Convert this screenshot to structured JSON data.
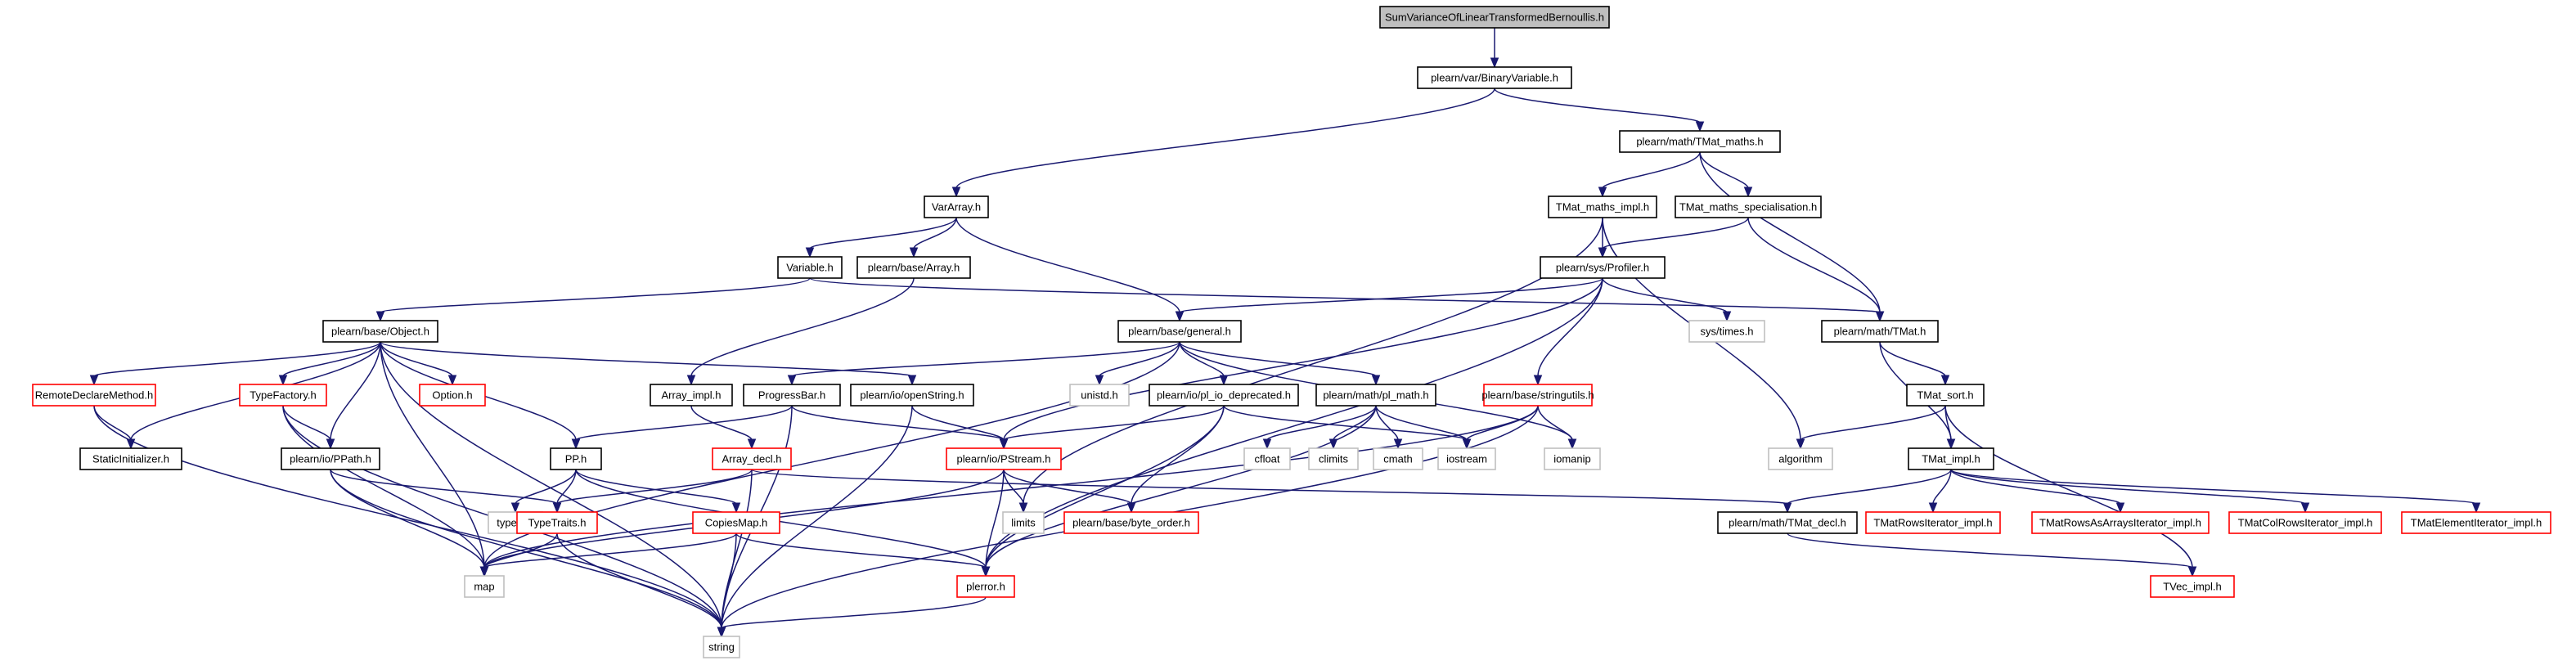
{
  "diagram": {
    "nodes": [
      {
        "id": "root",
        "label": "SumVarianceOfLinearTransformedBernoullis.h",
        "kind": "root"
      },
      {
        "id": "BinaryVariable",
        "label": "plearn/var/BinaryVariable.h",
        "kind": "normal"
      },
      {
        "id": "TMat_maths",
        "label": "plearn/math/TMat_maths.h",
        "kind": "normal"
      },
      {
        "id": "VarArray",
        "label": "VarArray.h",
        "kind": "normal"
      },
      {
        "id": "TMat_maths_impl",
        "label": "TMat_maths_impl.h",
        "kind": "normal"
      },
      {
        "id": "TMat_maths_spec",
        "label": "TMat_maths_specialisation.h",
        "kind": "normal"
      },
      {
        "id": "Variable",
        "label": "Variable.h",
        "kind": "normal"
      },
      {
        "id": "Array",
        "label": "plearn/base/Array.h",
        "kind": "normal"
      },
      {
        "id": "Profiler",
        "label": "plearn/sys/Profiler.h",
        "kind": "normal"
      },
      {
        "id": "Object",
        "label": "plearn/base/Object.h",
        "kind": "normal"
      },
      {
        "id": "general",
        "label": "plearn/base/general.h",
        "kind": "normal"
      },
      {
        "id": "systimes",
        "label": "sys/times.h",
        "kind": "external"
      },
      {
        "id": "TMat",
        "label": "plearn/math/TMat.h",
        "kind": "normal"
      },
      {
        "id": "RemoteDeclare",
        "label": "RemoteDeclareMethod.h",
        "kind": "truncated"
      },
      {
        "id": "TypeFactory",
        "label": "TypeFactory.h",
        "kind": "truncated"
      },
      {
        "id": "Option",
        "label": "Option.h",
        "kind": "truncated"
      },
      {
        "id": "Array_impl",
        "label": "Array_impl.h",
        "kind": "normal"
      },
      {
        "id": "ProgressBar",
        "label": "ProgressBar.h",
        "kind": "normal"
      },
      {
        "id": "openString",
        "label": "plearn/io/openString.h",
        "kind": "normal"
      },
      {
        "id": "unistd",
        "label": "unistd.h",
        "kind": "external"
      },
      {
        "id": "pl_io_dep",
        "label": "plearn/io/pl_io_deprecated.h",
        "kind": "normal"
      },
      {
        "id": "pl_math",
        "label": "plearn/math/pl_math.h",
        "kind": "normal"
      },
      {
        "id": "stringutils",
        "label": "plearn/base/stringutils.h",
        "kind": "truncated"
      },
      {
        "id": "TMat_sort",
        "label": "TMat_sort.h",
        "kind": "normal"
      },
      {
        "id": "StaticInit",
        "label": "StaticInitializer.h",
        "kind": "normal"
      },
      {
        "id": "PPath",
        "label": "plearn/io/PPath.h",
        "kind": "normal"
      },
      {
        "id": "PP",
        "label": "PP.h",
        "kind": "normal"
      },
      {
        "id": "Array_decl",
        "label": "Array_decl.h",
        "kind": "truncated"
      },
      {
        "id": "PStream",
        "label": "plearn/io/PStream.h",
        "kind": "truncated"
      },
      {
        "id": "cfloat",
        "label": "cfloat",
        "kind": "external"
      },
      {
        "id": "climits",
        "label": "climits",
        "kind": "external"
      },
      {
        "id": "cmath",
        "label": "cmath",
        "kind": "external"
      },
      {
        "id": "iostream",
        "label": "iostream",
        "kind": "external"
      },
      {
        "id": "iomanip",
        "label": "iomanip",
        "kind": "external"
      },
      {
        "id": "algorithm",
        "label": "algorithm",
        "kind": "external"
      },
      {
        "id": "TMat_impl",
        "label": "TMat_impl.h",
        "kind": "normal"
      },
      {
        "id": "typeinfo",
        "label": "typeinfo",
        "kind": "external"
      },
      {
        "id": "TypeTraits",
        "label": "TypeTraits.h",
        "kind": "truncated"
      },
      {
        "id": "CopiesMap",
        "label": "CopiesMap.h",
        "kind": "truncated"
      },
      {
        "id": "limits",
        "label": "limits",
        "kind": "external"
      },
      {
        "id": "byte_order",
        "label": "plearn/base/byte_order.h",
        "kind": "truncated"
      },
      {
        "id": "TMat_decl",
        "label": "plearn/math/TMat_decl.h",
        "kind": "normal"
      },
      {
        "id": "TMatRowsIt",
        "label": "TMatRowsIterator_impl.h",
        "kind": "truncated"
      },
      {
        "id": "TMatRowsAsArr",
        "label": "TMatRowsAsArraysIterator_impl.h",
        "kind": "truncated"
      },
      {
        "id": "TMatColRows",
        "label": "TMatColRowsIterator_impl.h",
        "kind": "truncated"
      },
      {
        "id": "TMatElem",
        "label": "TMatElementIterator_impl.h",
        "kind": "truncated"
      },
      {
        "id": "map",
        "label": "map",
        "kind": "external"
      },
      {
        "id": "plerror",
        "label": "plerror.h",
        "kind": "truncated"
      },
      {
        "id": "TVec_impl",
        "label": "TVec_impl.h",
        "kind": "truncated"
      },
      {
        "id": "string",
        "label": "string",
        "kind": "external"
      }
    ],
    "edges": [
      [
        "root",
        "BinaryVariable"
      ],
      [
        "BinaryVariable",
        "VarArray"
      ],
      [
        "BinaryVariable",
        "TMat_maths"
      ],
      [
        "TMat_maths",
        "TMat_maths_impl"
      ],
      [
        "TMat_maths",
        "TMat_maths_spec"
      ],
      [
        "TMat_maths",
        "TMat"
      ],
      [
        "VarArray",
        "Variable"
      ],
      [
        "VarArray",
        "Array"
      ],
      [
        "VarArray",
        "general"
      ],
      [
        "TMat_maths_impl",
        "Profiler"
      ],
      [
        "TMat_maths_impl",
        "algorithm"
      ],
      [
        "TMat_maths_impl",
        "limits"
      ],
      [
        "TMat_maths_spec",
        "Profiler"
      ],
      [
        "TMat_maths_spec",
        "TMat"
      ],
      [
        "Variable",
        "Object"
      ],
      [
        "Variable",
        "TMat"
      ],
      [
        "Array",
        "Array_impl"
      ],
      [
        "Profiler",
        "general"
      ],
      [
        "Profiler",
        "systimes"
      ],
      [
        "Profiler",
        "stringutils"
      ],
      [
        "Profiler",
        "PStream"
      ],
      [
        "Profiler",
        "plerror"
      ],
      [
        "Object",
        "RemoteDeclare"
      ],
      [
        "Object",
        "TypeFactory"
      ],
      [
        "Object",
        "Option"
      ],
      [
        "Object",
        "StaticInit"
      ],
      [
        "Object",
        "PPath"
      ],
      [
        "Object",
        "PP"
      ],
      [
        "Object",
        "openString"
      ],
      [
        "Object",
        "map"
      ],
      [
        "Object",
        "string"
      ],
      [
        "general",
        "ProgressBar"
      ],
      [
        "general",
        "unistd"
      ],
      [
        "general",
        "pl_io_dep"
      ],
      [
        "general",
        "pl_math"
      ],
      [
        "general",
        "iomanip"
      ],
      [
        "general",
        "map"
      ],
      [
        "TMat",
        "TMat_sort"
      ],
      [
        "TMat",
        "TMat_impl"
      ],
      [
        "RemoteDeclare",
        "StaticInit"
      ],
      [
        "RemoteDeclare",
        "string"
      ],
      [
        "TypeFactory",
        "PPath"
      ],
      [
        "TypeFactory",
        "map"
      ],
      [
        "TypeFactory",
        "string"
      ],
      [
        "Array_impl",
        "Array_decl"
      ],
      [
        "ProgressBar",
        "PP"
      ],
      [
        "ProgressBar",
        "PStream"
      ],
      [
        "ProgressBar",
        "string"
      ],
      [
        "openString",
        "PStream"
      ],
      [
        "openString",
        "string"
      ],
      [
        "pl_io_dep",
        "PStream"
      ],
      [
        "pl_io_dep",
        "iostream"
      ],
      [
        "pl_io_dep",
        "byte_order"
      ],
      [
        "pl_io_dep",
        "plerror"
      ],
      [
        "pl_math",
        "cfloat"
      ],
      [
        "pl_math",
        "climits"
      ],
      [
        "pl_math",
        "cmath"
      ],
      [
        "pl_math",
        "iostream"
      ],
      [
        "pl_math",
        "plerror"
      ],
      [
        "stringutils",
        "iostream"
      ],
      [
        "stringutils",
        "iomanip"
      ],
      [
        "stringutils",
        "map"
      ],
      [
        "stringutils",
        "string"
      ],
      [
        "TMat_sort",
        "algorithm"
      ],
      [
        "TMat_sort",
        "TMat_impl"
      ],
      [
        "TMat_sort",
        "TVec_impl"
      ],
      [
        "PPath",
        "TypeTraits"
      ],
      [
        "PPath",
        "map"
      ],
      [
        "PPath",
        "string"
      ],
      [
        "PP",
        "typeinfo"
      ],
      [
        "PP",
        "TypeTraits"
      ],
      [
        "PP",
        "CopiesMap"
      ],
      [
        "PP",
        "plerror"
      ],
      [
        "Array_decl",
        "TypeTraits"
      ],
      [
        "Array_decl",
        "string"
      ],
      [
        "Array_decl",
        "TMat_decl"
      ],
      [
        "PStream",
        "map"
      ],
      [
        "PStream",
        "limits"
      ],
      [
        "PStream",
        "byte_order"
      ],
      [
        "PStream",
        "plerror"
      ],
      [
        "TMat_impl",
        "TMat_decl"
      ],
      [
        "TMat_impl",
        "TMatRowsIt"
      ],
      [
        "TMat_impl",
        "TMatRowsAsArr"
      ],
      [
        "TMat_impl",
        "TMatColRows"
      ],
      [
        "TMat_impl",
        "TMatElem"
      ],
      [
        "TypeTraits",
        "map"
      ],
      [
        "TypeTraits",
        "string"
      ],
      [
        "CopiesMap",
        "map"
      ],
      [
        "CopiesMap",
        "string"
      ],
      [
        "CopiesMap",
        "plerror"
      ],
      [
        "TMat_decl",
        "TVec_impl"
      ],
      [
        "plerror",
        "string"
      ]
    ]
  },
  "colors": {
    "edge": "#191970",
    "root_fill": "#bfbfbf",
    "normal_border": "#000000",
    "truncated_border": "#ff0000",
    "external_border": "#bfbfbf",
    "node_text": "#000000"
  }
}
